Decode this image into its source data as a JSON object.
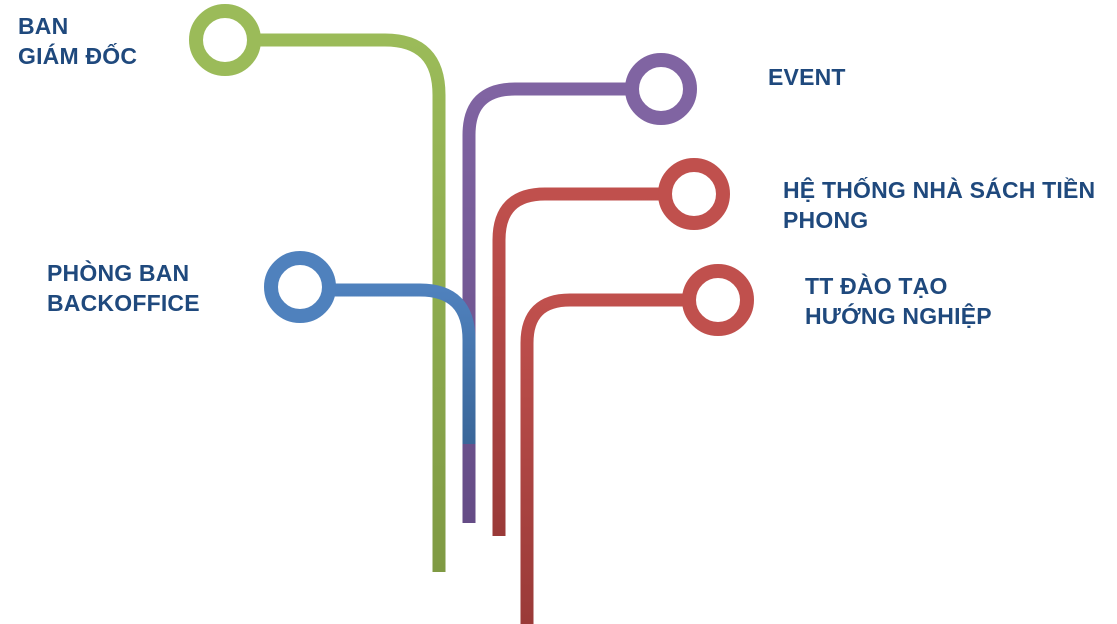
{
  "diagram": {
    "type": "organization-branches",
    "text_color": "#1f497d",
    "branches": [
      {
        "id": "ban-giam-doc",
        "label_lines": [
          "BAN",
          "GIÁM ĐỐC"
        ],
        "color": "#9bbb59",
        "color_dark": "#7f9a43"
      },
      {
        "id": "event",
        "label_lines": [
          "EVENT"
        ],
        "color": "#8064a2",
        "color_dark": "#654c86"
      },
      {
        "id": "he-thong-nha-sach",
        "label_lines": [
          "HỆ THỐNG NHÀ SÁCH TIỀN",
          "PHONG"
        ],
        "color": "#c0504d",
        "color_dark": "#9a3a38"
      },
      {
        "id": "tt-dao-tao",
        "label_lines": [
          "TT ĐÀO TẠO",
          "HƯỚNG NGHIỆP"
        ],
        "color": "#c0504d",
        "color_dark": "#9a3a38"
      },
      {
        "id": "phong-ban-backoffice",
        "label_lines": [
          "PHÒNG BAN",
          "BACKOFFICE"
        ],
        "color": "#4f81bd",
        "color_dark": "#3a6699"
      }
    ]
  }
}
